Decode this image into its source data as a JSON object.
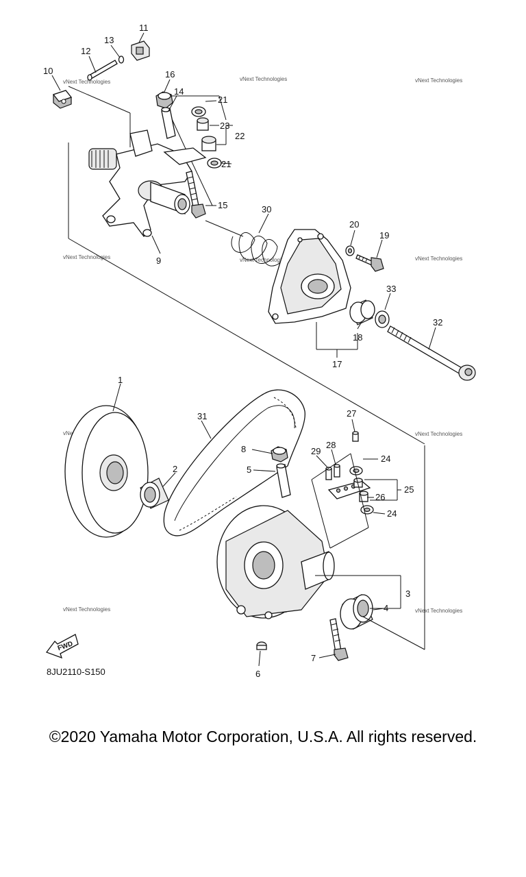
{
  "diagram": {
    "code": "8JU2110-S150",
    "fwd_badge": "FWD",
    "watermark": "vNext Technologies",
    "copyright": "©2020 Yamaha Motor Corporation, U.S.A. All rights reserved.",
    "callouts": {
      "c1": "1",
      "c2": "2",
      "c3": "3",
      "c4": "4",
      "c5": "5",
      "c6": "6",
      "c7": "7",
      "c8": "8",
      "c9": "9",
      "c10": "10",
      "c11": "11",
      "c12": "12",
      "c13": "13",
      "c14": "14",
      "c15": "15",
      "c16": "16",
      "c17": "17",
      "c18": "18",
      "c19": "19",
      "c20": "20",
      "c21a": "21",
      "c21b": "21",
      "c22": "22",
      "c23": "23",
      "c24a": "24",
      "c24b": "24",
      "c25": "25",
      "c26": "26",
      "c27": "27",
      "c28": "28",
      "c29": "29",
      "c30": "30",
      "c31": "31",
      "c32": "32",
      "c33": "33"
    }
  }
}
